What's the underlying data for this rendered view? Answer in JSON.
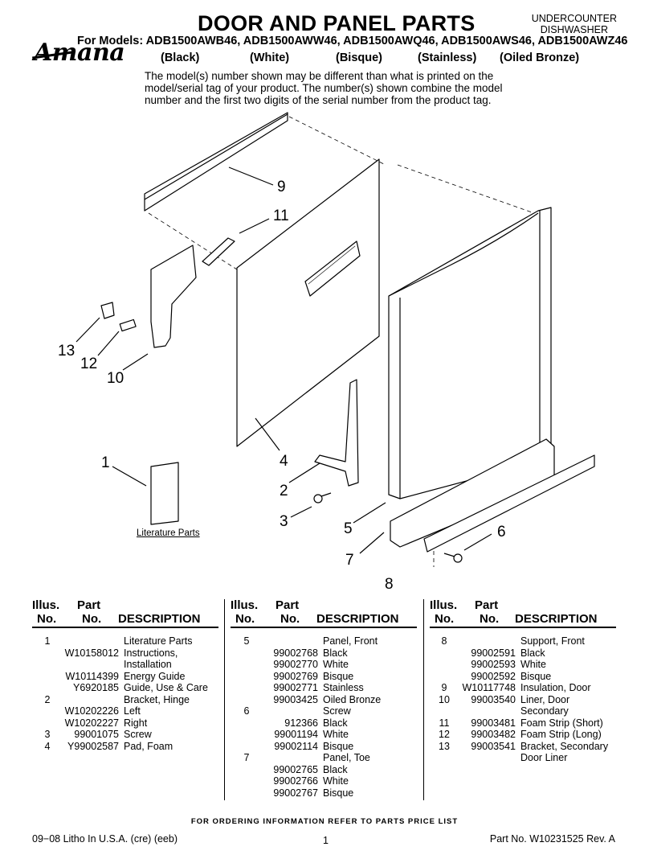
{
  "header": {
    "title": "DOOR AND PANEL PARTS",
    "corner": [
      "UNDERCOUNTER",
      "DISHWASHER"
    ],
    "brand": "Amana",
    "models_line": "For Models: ADB1500AWB46, ADB1500AWW46, ADB1500AWQ46, ADB1500AWS46, ADB1500AWZ46",
    "colors": [
      "(Black)",
      "(White)",
      "(Bisque)",
      "(Stainless)",
      "(Oiled Bronze)"
    ],
    "note": [
      "The model(s) number shown may be different than what is printed on the",
      "model/serial tag of your product. The number(s) shown combine the model",
      "number and the first two digits of the serial number from the product tag."
    ]
  },
  "diagram": {
    "callouts": [
      "9",
      "11",
      "13",
      "12",
      "10",
      "1",
      "4",
      "2",
      "3",
      "5",
      "7",
      "6",
      "8"
    ],
    "literature_label": "Literature Parts"
  },
  "table_headers": {
    "illus_top": "Illus.",
    "illus_bottom": "No.",
    "part_top": "Part",
    "part_bottom": "No.",
    "description": "DESCRIPTION"
  },
  "columns": [
    [
      [
        "1",
        "",
        "Literature Parts"
      ],
      [
        "",
        "W10158012",
        "Instructions,"
      ],
      [
        "",
        "",
        "Installation"
      ],
      [
        "",
        "W10114399",
        "Energy Guide"
      ],
      [
        "",
        "Y6920185",
        "Guide, Use & Care"
      ],
      [
        "2",
        "",
        "Bracket, Hinge"
      ],
      [
        "",
        "W10202226",
        "Left"
      ],
      [
        "",
        "W10202227",
        "Right"
      ],
      [
        "3",
        "99001075",
        "Screw"
      ],
      [
        "4",
        "Y99002587",
        "Pad, Foam"
      ]
    ],
    [
      [
        "5",
        "",
        "Panel, Front"
      ],
      [
        "",
        "99002768",
        "Black"
      ],
      [
        "",
        "99002770",
        "White"
      ],
      [
        "",
        "99002769",
        "Bisque"
      ],
      [
        "",
        "99002771",
        "Stainless"
      ],
      [
        "",
        "99003425",
        "Oiled Bronze"
      ],
      [
        "6",
        "",
        "Screw"
      ],
      [
        "",
        "912366",
        "Black"
      ],
      [
        "",
        "99001194",
        "White"
      ],
      [
        "",
        "99002114",
        "Bisque"
      ],
      [
        "7",
        "",
        "Panel, Toe"
      ],
      [
        "",
        "99002765",
        "Black"
      ],
      [
        "",
        "99002766",
        "White"
      ],
      [
        "",
        "99002767",
        "Bisque"
      ]
    ],
    [
      [
        "8",
        "",
        "Support, Front"
      ],
      [
        "",
        "99002591",
        "Black"
      ],
      [
        "",
        "99002593",
        "White"
      ],
      [
        "",
        "99002592",
        "Bisque"
      ],
      [
        "9",
        "W10117748",
        "Insulation, Door"
      ],
      [
        "10",
        "99003540",
        "Liner, Door"
      ],
      [
        "",
        "",
        "Secondary"
      ],
      [
        "11",
        "99003481",
        "Foam Strip (Short)"
      ],
      [
        "12",
        "99003482",
        "Foam Strip (Long)"
      ],
      [
        "13",
        "99003541",
        "Bracket, Secondary"
      ],
      [
        "",
        "",
        "Door Liner"
      ]
    ]
  ],
  "footer": {
    "ordering": "FOR ORDERING INFORMATION REFER TO PARTS PRICE LIST",
    "left": "09−08 Litho In U.S.A. (cre) (eeb)",
    "page": "1",
    "right": "Part No. W10231525 Rev. A"
  }
}
